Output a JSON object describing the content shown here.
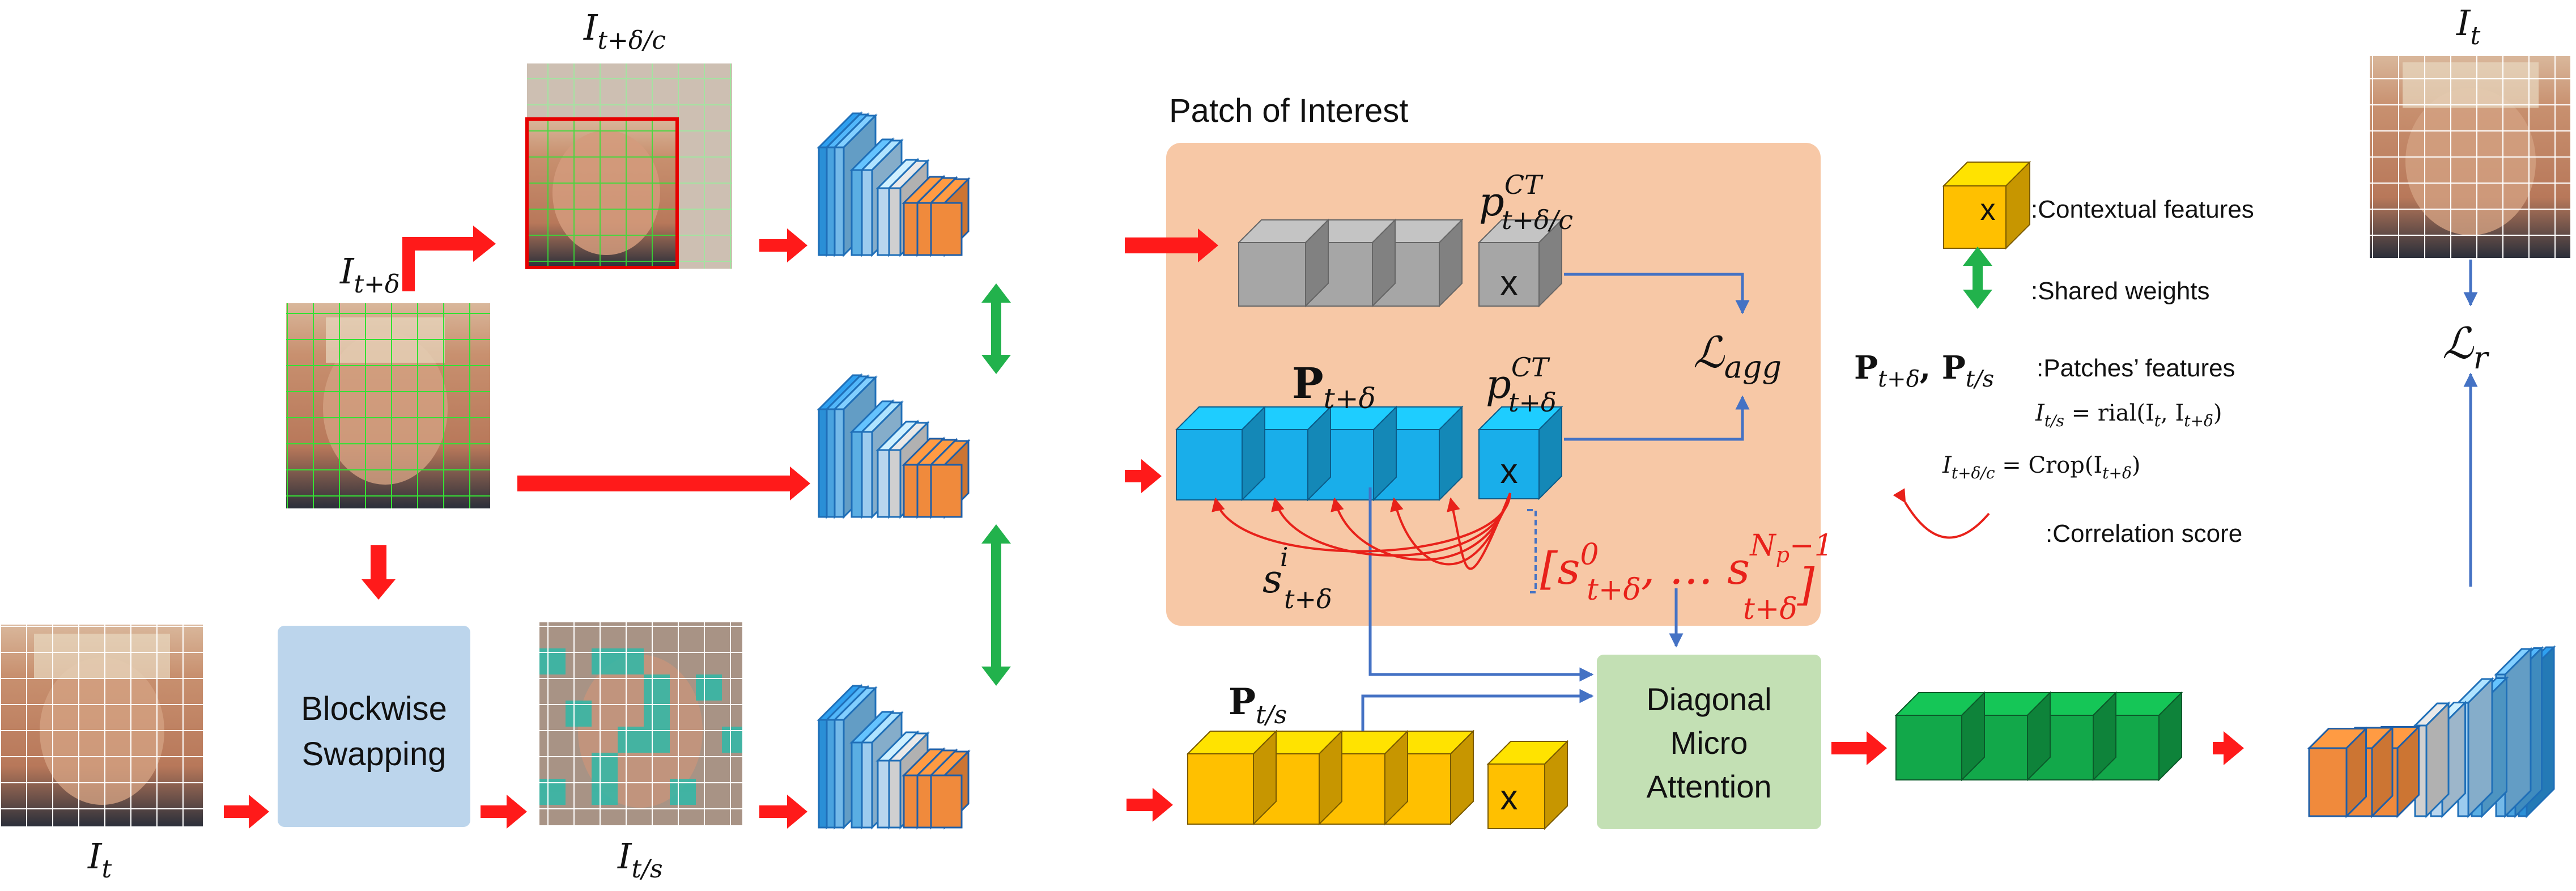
{
  "labels": {
    "poi_title": "Patch of Interest",
    "blockwise": [
      "Blockwise",
      "Swapping"
    ],
    "dma": [
      "Diagonal",
      "Micro",
      "Attention"
    ],
    "x_mark": "x"
  },
  "math": {
    "i_t_base": "I",
    "i_t_sub": "t",
    "i_tdc_sub": "t+δ/c",
    "i_td_sub": "t+δ",
    "i_ts_sub": "t/s",
    "p_td_base": "P",
    "p_td_sub": "t+δ",
    "p_ts_sub": "t/s",
    "pct_base": "p",
    "pct_sup": "CT",
    "pct1_sub": "t+δ/c",
    "pct2_sub": "t+δ",
    "l_agg_base": "ℒ",
    "l_agg_sub": "agg",
    "l_r_sub": "r",
    "s_base": "s",
    "s_sup": "i",
    "s_sub": "t+δ",
    "seq_open": "[",
    "seq_sup0": "0",
    "seq_mid": ", … s",
    "seq_supN_base": "N",
    "seq_supN_sub": "p",
    "seq_supN_rest": "−1",
    "seq_close": "]"
  },
  "legend": {
    "contextual": ":Contextual features",
    "shared": ":Shared weights",
    "patches_label_a": "P",
    "patches_label_sub_a": "t+δ",
    "patches_label_comma": ", ",
    "patches_label_b": "P",
    "patches_label_sub_b": "t/s",
    "patches": ":Patches’ features",
    "eq1_lhs": "I",
    "eq1_lhs_sub": "t/s",
    "eq1_rhs": " = rial(I",
    "eq1_rhs_sub1": "t",
    "eq1_rhs_mid": ", I",
    "eq1_rhs_sub2": "t+δ",
    "eq1_rhs_end": ")",
    "eq2_lhs": "I",
    "eq2_lhs_sub": "t+δ/c",
    "eq2_rhs": " = Crop(I",
    "eq2_rhs_sub": "t+δ",
    "eq2_rhs_end": ")",
    "correlation": ":Correlation score"
  },
  "colors": {
    "red_arrow": "#ff1a1a",
    "blue_line": "#4472c4",
    "green_arrow": "#22b24c",
    "poi_bg": "#f7c8a6",
    "blockwise_bg": "#bcd5ec",
    "dma_bg": "#c3e0b4",
    "gray_feat": "#a6a6a6",
    "blue_feat": "#19aeea",
    "yellow_feat": "#ffc000",
    "green_feat": "#12a84a",
    "orange_block": "#f08a3c",
    "cnn_blue": "#4aa3df",
    "red_text": "#e8211a"
  }
}
